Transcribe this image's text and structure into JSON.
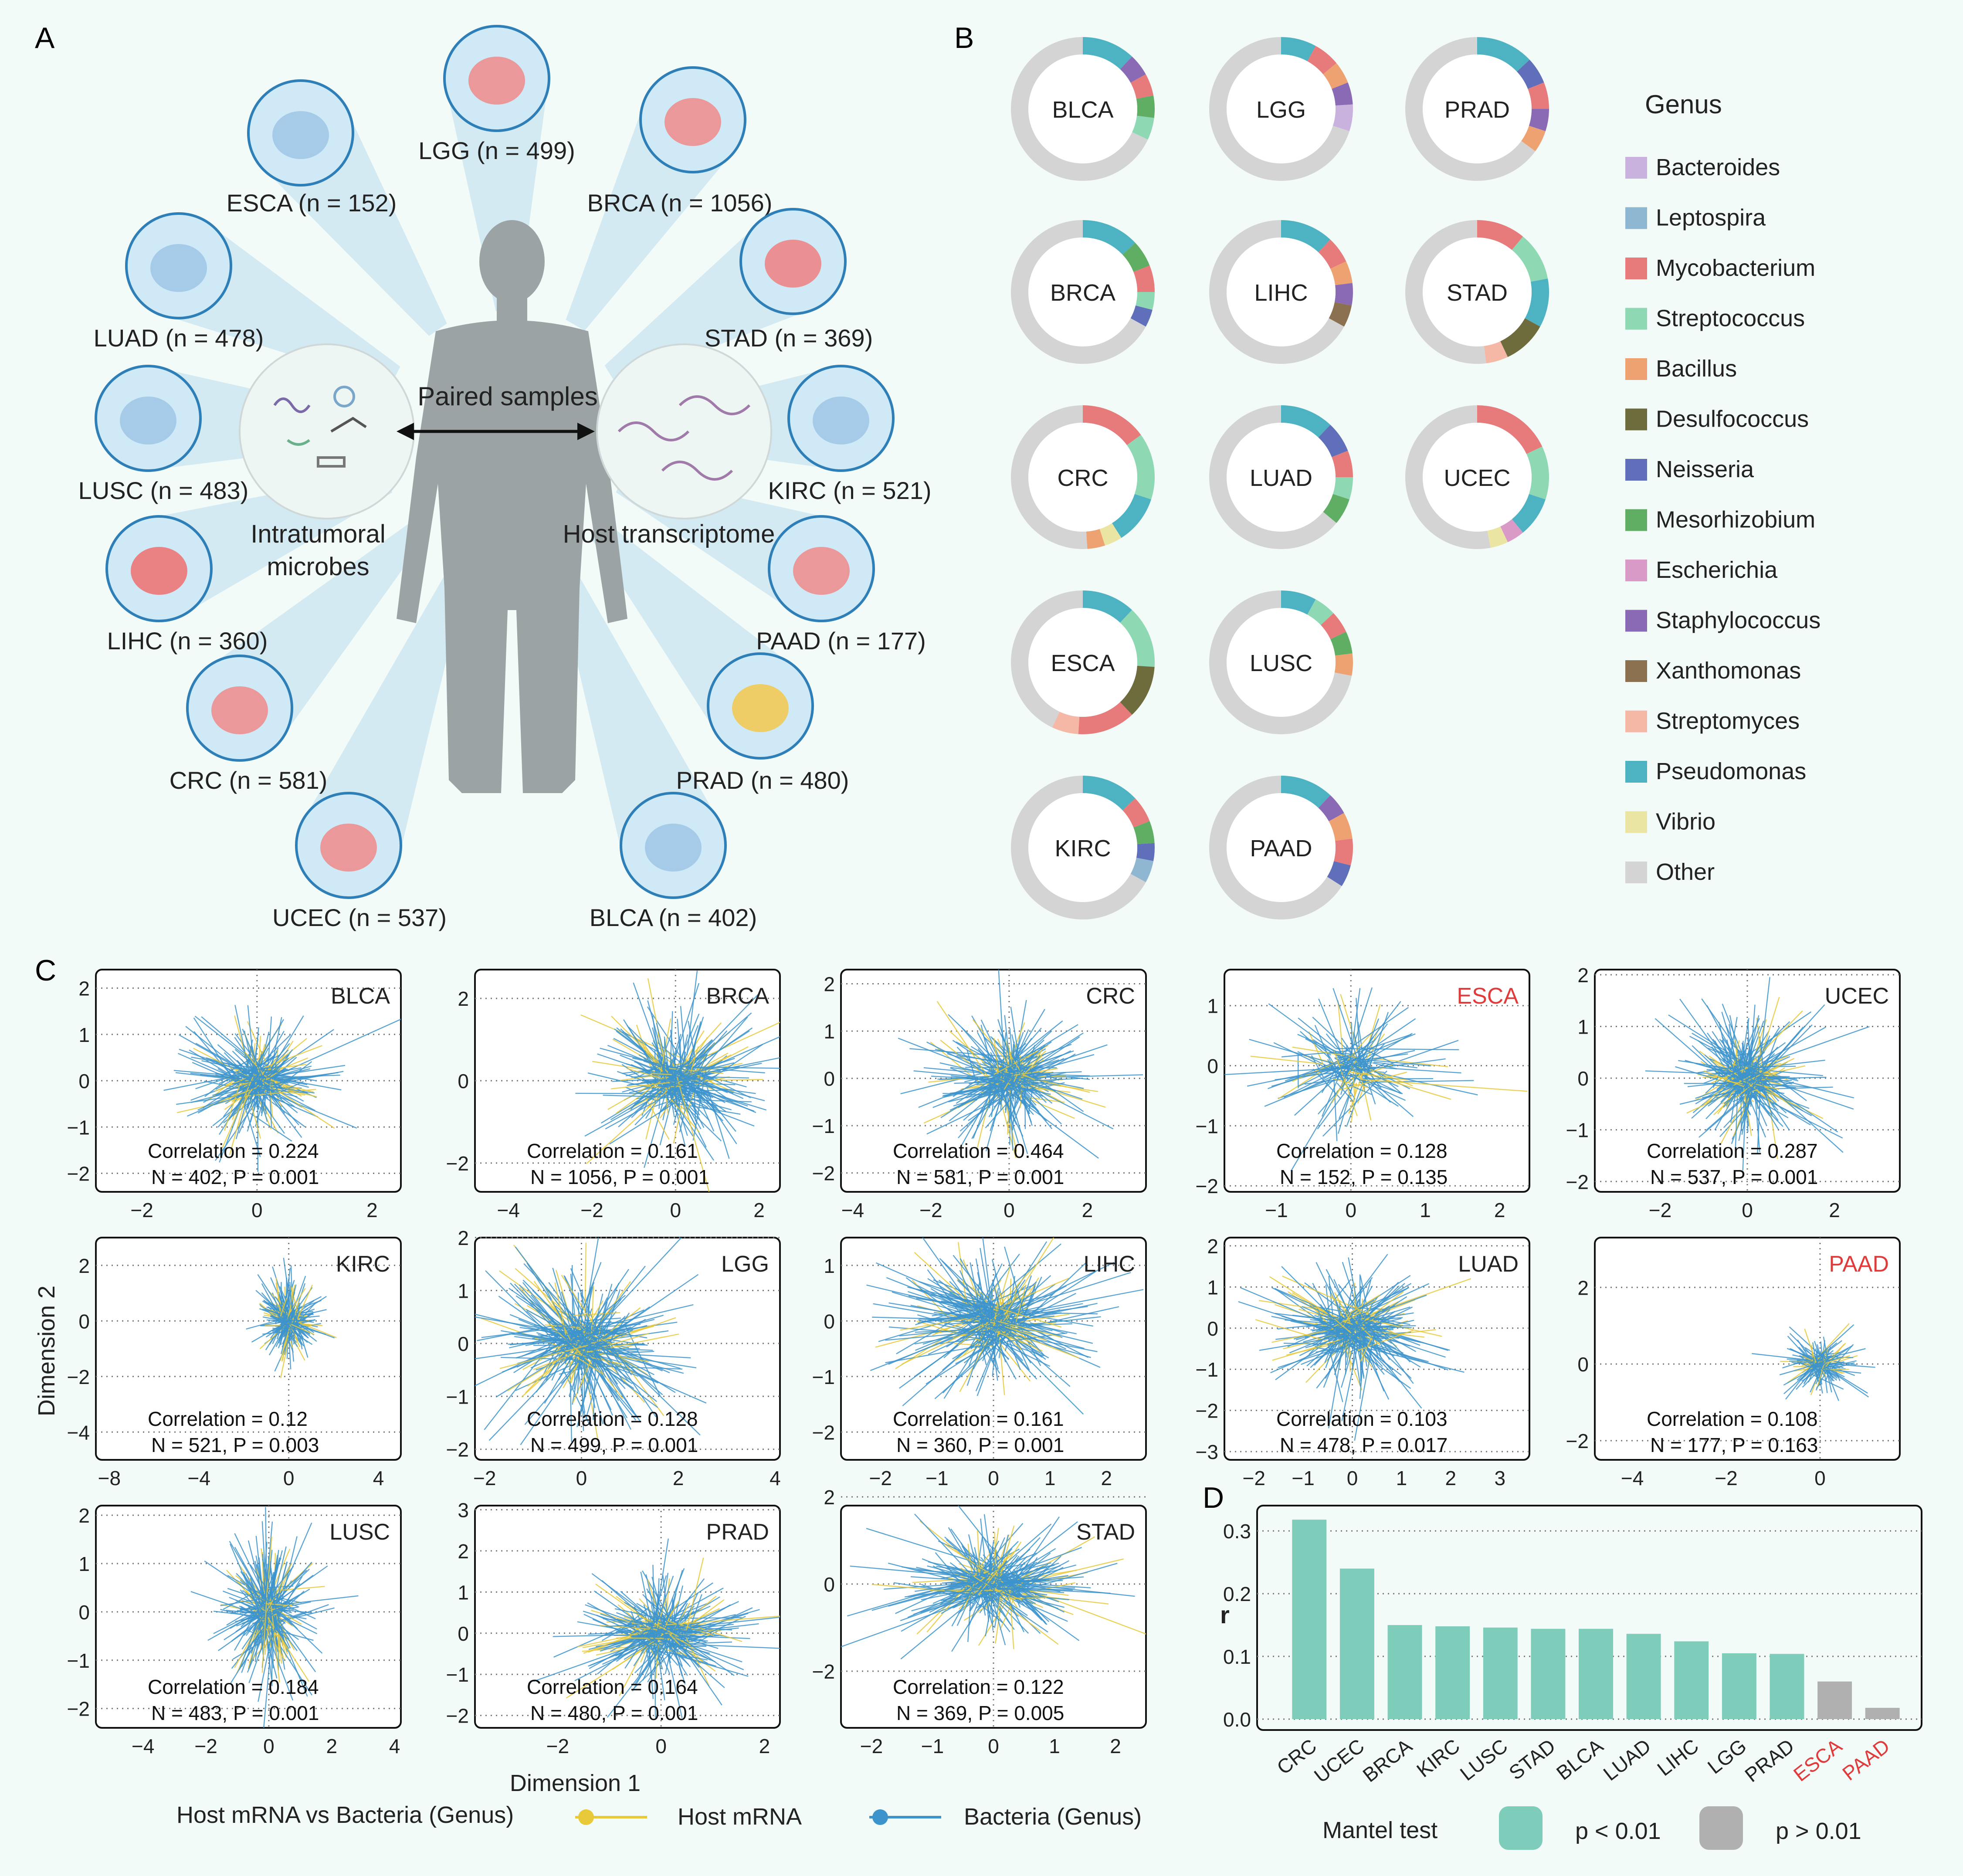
{
  "panel_labels": {
    "a": "A",
    "b": "B",
    "c": "C",
    "d": "D"
  },
  "panel_a": {
    "center_left": "Paired samples",
    "left_circle_label": [
      "Intratumoral",
      "microbes"
    ],
    "right_circle_label": "Host transcriptome",
    "organs": [
      {
        "label": "LGG (n = 499)",
        "icon": "brain-icon"
      },
      {
        "label": "ESCA (n = 152)",
        "icon": "esophagus-icon"
      },
      {
        "label": "BRCA (n = 1056)",
        "icon": "breast-icon"
      },
      {
        "label": "LUAD (n = 478)",
        "icon": "lungs-icon"
      },
      {
        "label": "STAD (n = 369)",
        "icon": "stomach-icon"
      },
      {
        "label": "LUSC (n = 483)",
        "icon": "bronchi-icon"
      },
      {
        "label": "KIRC (n = 521)",
        "icon": "kidney-icon"
      },
      {
        "label": "LIHC (n = 360)",
        "icon": "liver-icon"
      },
      {
        "label": "PAAD (n = 177)",
        "icon": "pancreas-icon"
      },
      {
        "label": "CRC (n = 581)",
        "icon": "colon-icon"
      },
      {
        "label": "PRAD (n = 480)",
        "icon": "prostate-icon"
      },
      {
        "label": "UCEC (n = 537)",
        "icon": "uterus-icon"
      },
      {
        "label": "BLCA (n = 402)",
        "icon": "bladder-icon"
      }
    ]
  },
  "chart_data": [
    {
      "type": "pie",
      "panel": "B",
      "subtype": "donut",
      "legend_title": "Genus",
      "legend": [
        "Bacteroides",
        "Leptospira",
        "Mycobacterium",
        "Streptococcus",
        "Bacillus",
        "Desulfococcus",
        "Neisseria",
        "Mesorhizobium",
        "Escherichia",
        "Staphylococcus",
        "Xanthomonas",
        "Streptomyces",
        "Pseudomonas",
        "Vibrio",
        "Other"
      ],
      "colors": {
        "Bacteroides": "#c9b2de",
        "Leptospira": "#8fb7d2",
        "Mycobacterium": "#e77a7a",
        "Streptococcus": "#8ed8b3",
        "Bacillus": "#eea272",
        "Desulfococcus": "#6e6b3d",
        "Neisseria": "#5f6fba",
        "Mesorhizobium": "#5fae63",
        "Escherichia": "#d99ac8",
        "Staphylococcus": "#8a6ab5",
        "Xanthomonas": "#8b7150",
        "Streptomyces": "#f6b8a6",
        "Pseudomonas": "#4db3c2",
        "Vibrio": "#ebe5a3",
        "Other": "#d4d4d4"
      },
      "donuts": [
        {
          "name": "BLCA",
          "slices": [
            [
              "Pseudomonas",
              0.12
            ],
            [
              "Staphylococcus",
              0.05
            ],
            [
              "Mycobacterium",
              0.05
            ],
            [
              "Mesorhizobium",
              0.05
            ],
            [
              "Streptococcus",
              0.05
            ],
            [
              "Other",
              0.68
            ]
          ]
        },
        {
          "name": "LGG",
          "slices": [
            [
              "Pseudomonas",
              0.08
            ],
            [
              "Mycobacterium",
              0.06
            ],
            [
              "Bacillus",
              0.05
            ],
            [
              "Staphylococcus",
              0.05
            ],
            [
              "Bacteroides",
              0.06
            ],
            [
              "Other",
              0.7
            ]
          ]
        },
        {
          "name": "PRAD",
          "slices": [
            [
              "Pseudomonas",
              0.13
            ],
            [
              "Neisseria",
              0.06
            ],
            [
              "Mycobacterium",
              0.06
            ],
            [
              "Staphylococcus",
              0.05
            ],
            [
              "Bacillus",
              0.05
            ],
            [
              "Other",
              0.65
            ]
          ]
        },
        {
          "name": "BRCA",
          "slices": [
            [
              "Pseudomonas",
              0.13
            ],
            [
              "Mesorhizobium",
              0.06
            ],
            [
              "Mycobacterium",
              0.06
            ],
            [
              "Streptococcus",
              0.04
            ],
            [
              "Neisseria",
              0.04
            ],
            [
              "Other",
              0.67
            ]
          ]
        },
        {
          "name": "LIHC",
          "slices": [
            [
              "Pseudomonas",
              0.12
            ],
            [
              "Mycobacterium",
              0.06
            ],
            [
              "Bacillus",
              0.05
            ],
            [
              "Staphylococcus",
              0.05
            ],
            [
              "Xanthomonas",
              0.05
            ],
            [
              "Other",
              0.67
            ]
          ]
        },
        {
          "name": "STAD",
          "slices": [
            [
              "Mycobacterium",
              0.11
            ],
            [
              "Streptococcus",
              0.11
            ],
            [
              "Pseudomonas",
              0.11
            ],
            [
              "Desulfococcus",
              0.1
            ],
            [
              "Streptomyces",
              0.05
            ],
            [
              "Other",
              0.52
            ]
          ]
        },
        {
          "name": "CRC",
          "slices": [
            [
              "Mycobacterium",
              0.15
            ],
            [
              "Streptococcus",
              0.15
            ],
            [
              "Pseudomonas",
              0.11
            ],
            [
              "Vibrio",
              0.04
            ],
            [
              "Bacillus",
              0.04
            ],
            [
              "Other",
              0.51
            ]
          ]
        },
        {
          "name": "LUAD",
          "slices": [
            [
              "Pseudomonas",
              0.12
            ],
            [
              "Neisseria",
              0.07
            ],
            [
              "Mycobacterium",
              0.06
            ],
            [
              "Streptococcus",
              0.05
            ],
            [
              "Mesorhizobium",
              0.06
            ],
            [
              "Other",
              0.64
            ]
          ]
        },
        {
          "name": "UCEC",
          "slices": [
            [
              "Mycobacterium",
              0.18
            ],
            [
              "Streptococcus",
              0.12
            ],
            [
              "Pseudomonas",
              0.09
            ],
            [
              "Escherichia",
              0.04
            ],
            [
              "Vibrio",
              0.04
            ],
            [
              "Other",
              0.53
            ]
          ]
        },
        {
          "name": "ESCA",
          "slices": [
            [
              "Pseudomonas",
              0.12
            ],
            [
              "Streptococcus",
              0.14
            ],
            [
              "Desulfococcus",
              0.12
            ],
            [
              "Mycobacterium",
              0.13
            ],
            [
              "Streptomyces",
              0.06
            ],
            [
              "Other",
              0.43
            ]
          ]
        },
        {
          "name": "LUSC",
          "slices": [
            [
              "Pseudomonas",
              0.08
            ],
            [
              "Streptococcus",
              0.05
            ],
            [
              "Mycobacterium",
              0.05
            ],
            [
              "Mesorhizobium",
              0.05
            ],
            [
              "Bacillus",
              0.05
            ],
            [
              "Other",
              0.72
            ]
          ]
        },
        {
          "name": "KIRC",
          "slices": [
            [
              "Pseudomonas",
              0.13
            ],
            [
              "Mycobacterium",
              0.06
            ],
            [
              "Mesorhizobium",
              0.05
            ],
            [
              "Neisseria",
              0.04
            ],
            [
              "Leptospira",
              0.05
            ],
            [
              "Other",
              0.67
            ]
          ]
        },
        {
          "name": "PAAD",
          "slices": [
            [
              "Pseudomonas",
              0.12
            ],
            [
              "Staphylococcus",
              0.05
            ],
            [
              "Bacillus",
              0.06
            ],
            [
              "Mycobacterium",
              0.06
            ],
            [
              "Neisseria",
              0.05
            ],
            [
              "Other",
              0.66
            ]
          ]
        }
      ]
    },
    {
      "type": "scatter",
      "panel": "C",
      "subtype": "procrustes",
      "xlabel": "Dimension 1",
      "ylabel": "Dimension 2",
      "legend_title": "Host mRNA vs Bacteria (Genus)",
      "legend": [
        {
          "name": "Host mRNA",
          "color": "#e8c93a"
        },
        {
          "name": "Bacteria (Genus)",
          "color": "#3d94cc"
        }
      ],
      "grid": true,
      "panels": [
        {
          "name": "BLCA",
          "significant": true,
          "correlation": "Correlation = 0.224",
          "stats": "N = 402, P = 0.001",
          "xlim": [
            -2.8,
            2.5
          ],
          "ylim": [
            -2.4,
            2.4
          ],
          "xticks": [
            -2,
            0,
            2
          ],
          "yticks": [
            -2,
            -1,
            0,
            1,
            2
          ],
          "center": [
            0,
            0
          ],
          "sx": 0.45,
          "sy": 0.45,
          "n": 402
        },
        {
          "name": "BRCA",
          "significant": true,
          "correlation": "Correlation = 0.161",
          "stats": "N = 1056, P = 0.001",
          "xlim": [
            -4.8,
            2.5
          ],
          "ylim": [
            -2.7,
            2.7
          ],
          "xticks": [
            -4,
            -2,
            0,
            2
          ],
          "yticks": [
            -2,
            0,
            2
          ],
          "center": [
            0,
            0
          ],
          "sx": 0.7,
          "sy": 0.6,
          "n": 1056
        },
        {
          "name": "CRC",
          "significant": true,
          "correlation": "Correlation = 0.464",
          "stats": "N = 581, P = 0.001",
          "xlim": [
            -4.3,
            3.5
          ],
          "ylim": [
            -2.4,
            2.3
          ],
          "xticks": [
            -4,
            -2,
            0,
            2
          ],
          "yticks": [
            -2,
            -1,
            0,
            1,
            2
          ],
          "center": [
            0,
            0
          ],
          "sx": 0.7,
          "sy": 0.45,
          "n": 581
        },
        {
          "name": "ESCA",
          "significant": false,
          "correlation": "Correlation = 0.128",
          "stats": "N = 152, P = 0.135",
          "xlim": [
            -1.7,
            2.4
          ],
          "ylim": [
            -2.1,
            1.6
          ],
          "xticks": [
            -1,
            0,
            1,
            2
          ],
          "yticks": [
            -2,
            -1,
            0,
            1
          ],
          "center": [
            0,
            0
          ],
          "sx": 0.5,
          "sy": 0.45,
          "n": 152
        },
        {
          "name": "UCEC",
          "significant": true,
          "correlation": "Correlation = 0.287",
          "stats": "N = 537, P = 0.001",
          "xlim": [
            -3.5,
            3.5
          ],
          "ylim": [
            -2.2,
            2.1
          ],
          "xticks": [
            -2,
            0,
            2
          ],
          "yticks": [
            -2,
            -1,
            0,
            1,
            2
          ],
          "center": [
            0,
            0
          ],
          "sx": 0.6,
          "sy": 0.45,
          "n": 537
        },
        {
          "name": "KIRC",
          "significant": true,
          "correlation": "Correlation = 0.12",
          "stats": "N = 521, P = 0.003",
          "xlim": [
            -8.6,
            5
          ],
          "ylim": [
            -5,
            3
          ],
          "xticks": [
            -8,
            -4,
            0,
            4
          ],
          "yticks": [
            -4,
            -2,
            0,
            2
          ],
          "center": [
            0,
            0
          ],
          "sx": 0.5,
          "sy": 0.5,
          "n": 521
        },
        {
          "name": "LGG",
          "significant": true,
          "correlation": "Correlation = 0.128",
          "stats": "N = 499, P = 0.001",
          "xlim": [
            -2.2,
            4.1
          ],
          "ylim": [
            -2.2,
            2
          ],
          "xticks": [
            -2,
            0,
            2,
            4
          ],
          "yticks": [
            -2,
            -1,
            0,
            1,
            2
          ],
          "center": [
            0,
            0
          ],
          "sx": 0.7,
          "sy": 0.55,
          "n": 499
        },
        {
          "name": "LIHC",
          "significant": true,
          "correlation": "Correlation = 0.161",
          "stats": "N = 360, P = 0.001",
          "xlim": [
            -2.7,
            2.7
          ],
          "ylim": [
            -2.5,
            1.5
          ],
          "xticks": [
            -2,
            -1,
            0,
            1,
            2
          ],
          "yticks": [
            -2,
            -1,
            0,
            1
          ],
          "center": [
            0,
            0
          ],
          "sx": 0.7,
          "sy": 0.45,
          "n": 360
        },
        {
          "name": "LUAD",
          "significant": true,
          "correlation": "Correlation = 0.103",
          "stats": "N = 478, P = 0.017",
          "xlim": [
            -2.6,
            3.6
          ],
          "ylim": [
            -3.2,
            2.2
          ],
          "xticks": [
            -2,
            -1,
            0,
            1,
            2,
            3
          ],
          "yticks": [
            -3,
            -2,
            -1,
            0,
            1,
            2
          ],
          "center": [
            0,
            0
          ],
          "sx": 0.6,
          "sy": 0.55,
          "n": 478
        },
        {
          "name": "PAAD",
          "significant": false,
          "correlation": "Correlation = 0.108",
          "stats": "N = 177, P = 0.163",
          "xlim": [
            -4.8,
            1.7
          ],
          "ylim": [
            -2.5,
            3.3
          ],
          "xticks": [
            -4,
            -2,
            0
          ],
          "yticks": [
            -2,
            0,
            2
          ],
          "center": [
            0,
            0
          ],
          "sx": 0.3,
          "sy": 0.3,
          "n": 177
        },
        {
          "name": "LUSC",
          "significant": true,
          "correlation": "Correlation = 0.184",
          "stats": "N = 483, P = 0.001",
          "xlim": [
            -5.5,
            4.2
          ],
          "ylim": [
            -2.4,
            2.2
          ],
          "xticks": [
            -4,
            -2,
            0,
            2,
            4
          ],
          "yticks": [
            -2,
            -1,
            0,
            1,
            2
          ],
          "center": [
            0,
            0
          ],
          "sx": 0.5,
          "sy": 0.55,
          "n": 483
        },
        {
          "name": "PRAD",
          "significant": true,
          "correlation": "Correlation = 0.164",
          "stats": "N = 480, P = 0.001",
          "xlim": [
            -3.6,
            2.3
          ],
          "ylim": [
            -2.3,
            3.1
          ],
          "xticks": [
            -2,
            0,
            2
          ],
          "yticks": [
            -2,
            -1,
            0,
            1,
            2,
            3
          ],
          "center": [
            0,
            0
          ],
          "sx": 0.6,
          "sy": 0.55,
          "n": 480
        },
        {
          "name": "STAD",
          "significant": true,
          "correlation": "Correlation = 0.122",
          "stats": "N = 369, P = 0.005",
          "xlim": [
            -2.5,
            2.5
          ],
          "ylim": [
            -3.3,
            1.8
          ],
          "xticks": [
            -2,
            -1,
            0,
            1,
            2
          ],
          "yticks": [
            -2,
            0,
            2
          ],
          "center": [
            0,
            0
          ],
          "sx": 0.6,
          "sy": 0.45,
          "n": 369
        }
      ]
    },
    {
      "type": "bar",
      "panel": "D",
      "categories": [
        "CRC",
        "UCEC",
        "BRCA",
        "KIRC",
        "LUSC",
        "STAD",
        "BLCA",
        "LUAD",
        "LIHC",
        "LGG",
        "PRAD",
        "ESCA",
        "PAAD"
      ],
      "values": [
        0.318,
        0.24,
        0.15,
        0.148,
        0.146,
        0.144,
        0.144,
        0.136,
        0.124,
        0.105,
        0.104,
        0.06,
        0.018
      ],
      "significant": [
        true,
        true,
        true,
        true,
        true,
        true,
        true,
        true,
        true,
        true,
        true,
        false,
        false
      ],
      "ylabel": "r",
      "ylim": [
        0,
        0.33
      ],
      "yticks": [
        0.0,
        0.1,
        0.2,
        0.3
      ],
      "legend_title": "Mantel test",
      "legend": [
        {
          "name": "p < 0.01",
          "color": "#7ecdbb"
        },
        {
          "name": "p > 0.01",
          "color": "#b0b0b0"
        }
      ]
    }
  ]
}
